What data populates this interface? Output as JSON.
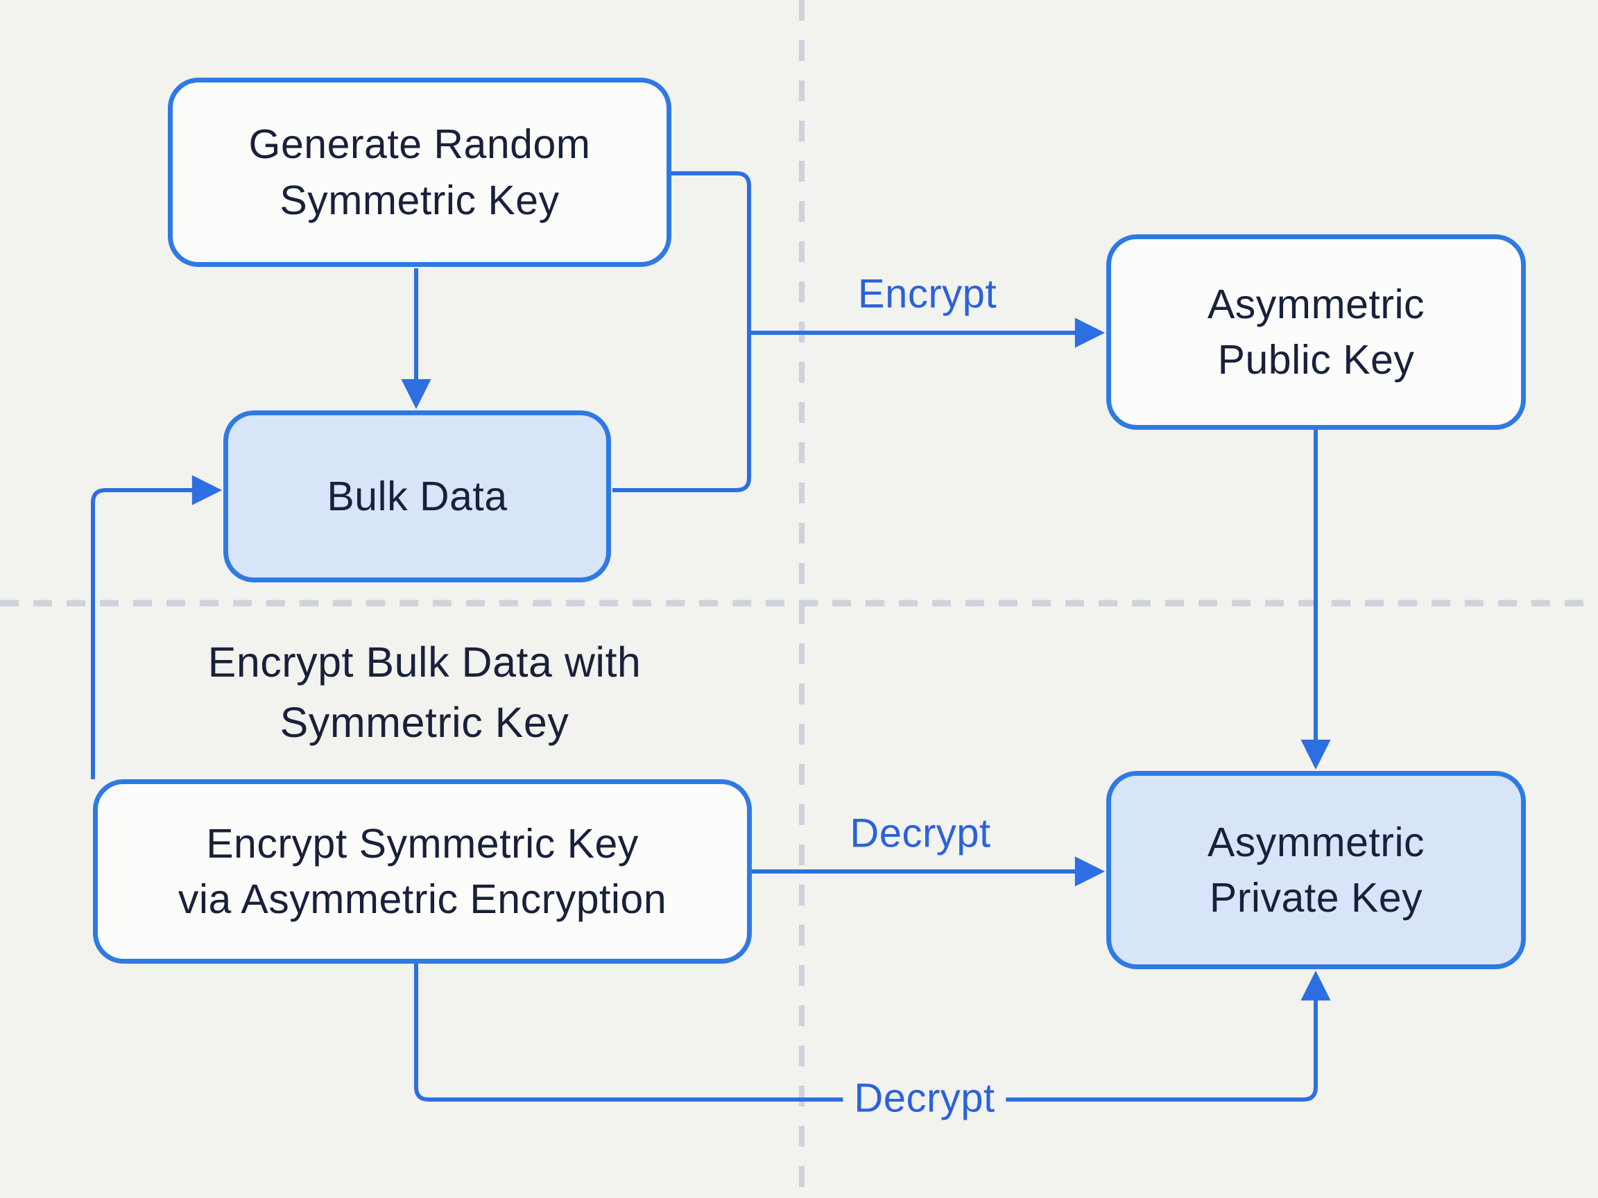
{
  "diagram": {
    "title_hint": "Hybrid encryption flow",
    "nodes": [
      {
        "id": "generate-symmetric-key",
        "label": "Generate Random\nSymmetric Key",
        "fill": "white"
      },
      {
        "id": "bulk-data",
        "label": "Bulk Data",
        "fill": "tint"
      },
      {
        "id": "asymmetric-public-key",
        "label": "Asymmetric\nPublic Key",
        "fill": "white"
      },
      {
        "id": "encrypt-symmetric-key",
        "label": "Encrypt Symmetric Key\nvia Asymmetric Encryption",
        "fill": "white"
      },
      {
        "id": "asymmetric-private-key",
        "label": "Asymmetric\nPrivate Key",
        "fill": "tint"
      }
    ],
    "edge_labels": {
      "encrypt_top": "Encrypt",
      "decrypt_mid": "Decrypt",
      "decrypt_bottom": "Decrypt"
    },
    "caption": "Encrypt Bulk Data with\nSymmetric Key",
    "colors": {
      "background": "#f2f2ee",
      "node_border": "#2e7ae5",
      "node_fill_white": "#fcfcfb",
      "node_fill_tint": "#d8e5f8",
      "connector_blue": "#2d6ee2",
      "edge_label_blue": "#2b62da",
      "text_dark": "#19203a",
      "divider_dash_gray": "#cdd2dc"
    }
  }
}
